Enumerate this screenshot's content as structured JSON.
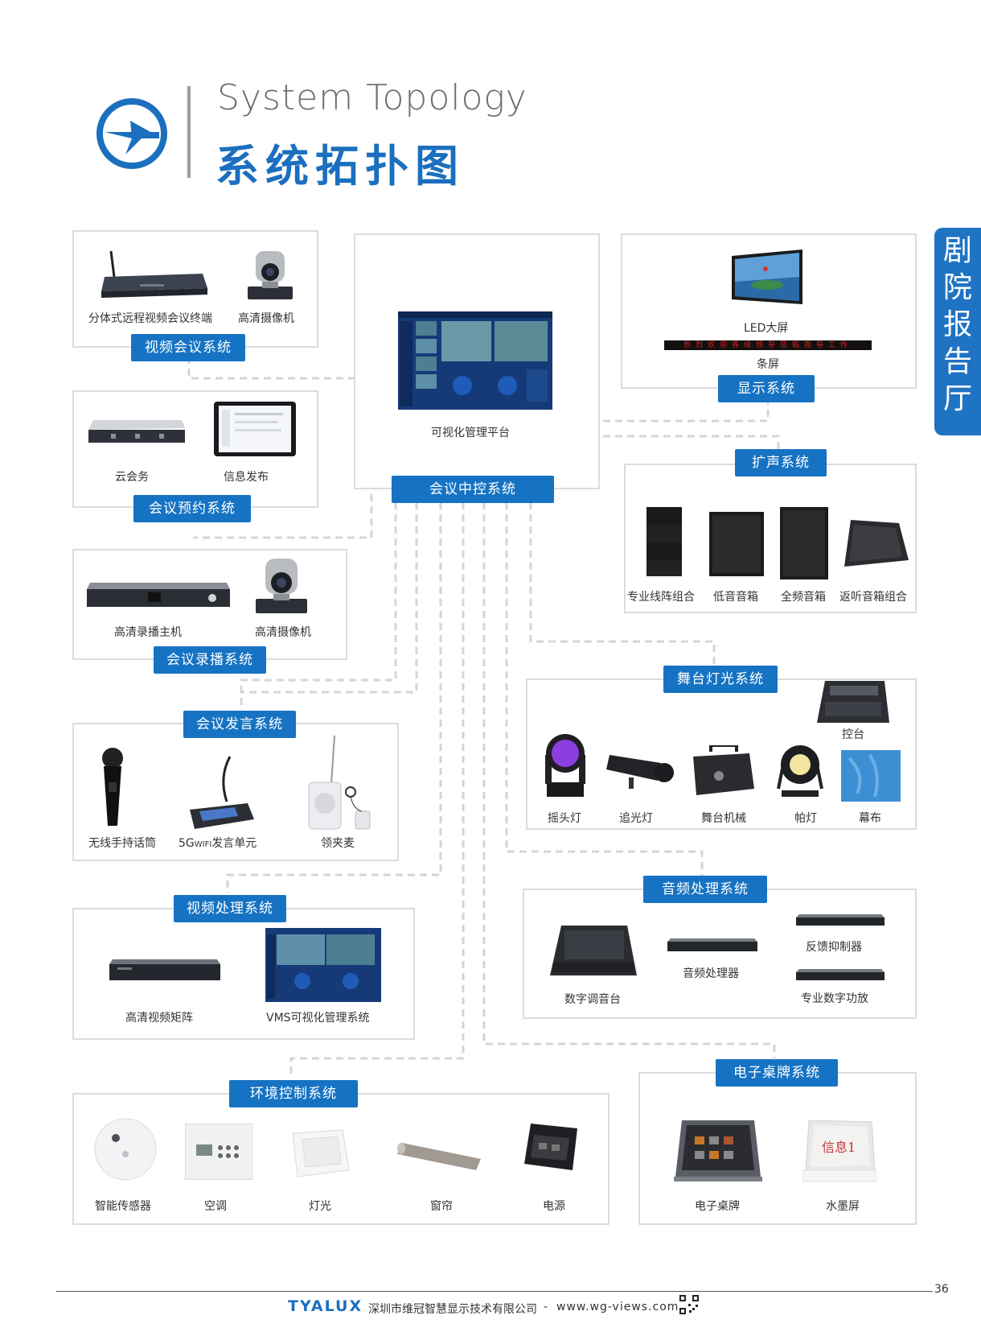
{
  "header": {
    "title_en": "System Topology",
    "title_zh": "系统拓扑图"
  },
  "side_tab": [
    "剧",
    "院",
    "报",
    "告",
    "厅"
  ],
  "systems": {
    "video_conf": {
      "title": "视频会议系统",
      "items": [
        "分体式远程视频会议终端",
        "高清摄像机"
      ]
    },
    "booking": {
      "title": "会议预约系统",
      "items": [
        "云会务",
        "信息发布"
      ]
    },
    "recording": {
      "title": "会议录播系统",
      "items": [
        "高清录播主机",
        "高清摄像机"
      ]
    },
    "speech": {
      "title": "会议发言系统",
      "items": [
        "无线手持话筒",
        "5G",
        "WIFI",
        "发言单元",
        "领夹麦"
      ]
    },
    "video_proc": {
      "title": "视频处理系统",
      "items": [
        "高清视频矩阵",
        "VMS可视化管理系统"
      ]
    },
    "env": {
      "title": "环境控制系统",
      "items": [
        "智能传感器",
        "空调",
        "灯光",
        "窗帘",
        "电源"
      ]
    },
    "central": {
      "title": "会议中控系统",
      "items": [
        "可视化管理平台"
      ]
    },
    "display": {
      "title": "显示系统",
      "items": [
        "LED大屏",
        "条屏"
      ],
      "ticker": "热烈欢迎各级领导莅临指导工作"
    },
    "pa": {
      "title": "扩声系统",
      "items": [
        "专业线阵组合",
        "低音音箱",
        "全频音箱",
        "返听音箱组合"
      ]
    },
    "lighting": {
      "title": "舞台灯光系统",
      "items": [
        "控台",
        "摇头灯",
        "追光灯",
        "舞台机械",
        "帕灯",
        "幕布"
      ]
    },
    "audio": {
      "title": "音频处理系统",
      "items": [
        "数字调音台",
        "音频处理器",
        "反馈抑制器",
        "专业数字功放"
      ]
    },
    "nameplate": {
      "title": "电子桌牌系统",
      "items": [
        "电子桌牌",
        "水墨屏"
      ],
      "ink_text": "信息1"
    }
  },
  "footer": {
    "brand": "TYALUX",
    "company": "深圳市维冠智慧显示技术有限公司",
    "sep": "-",
    "url": "www.wg-views.com",
    "page": "36"
  }
}
